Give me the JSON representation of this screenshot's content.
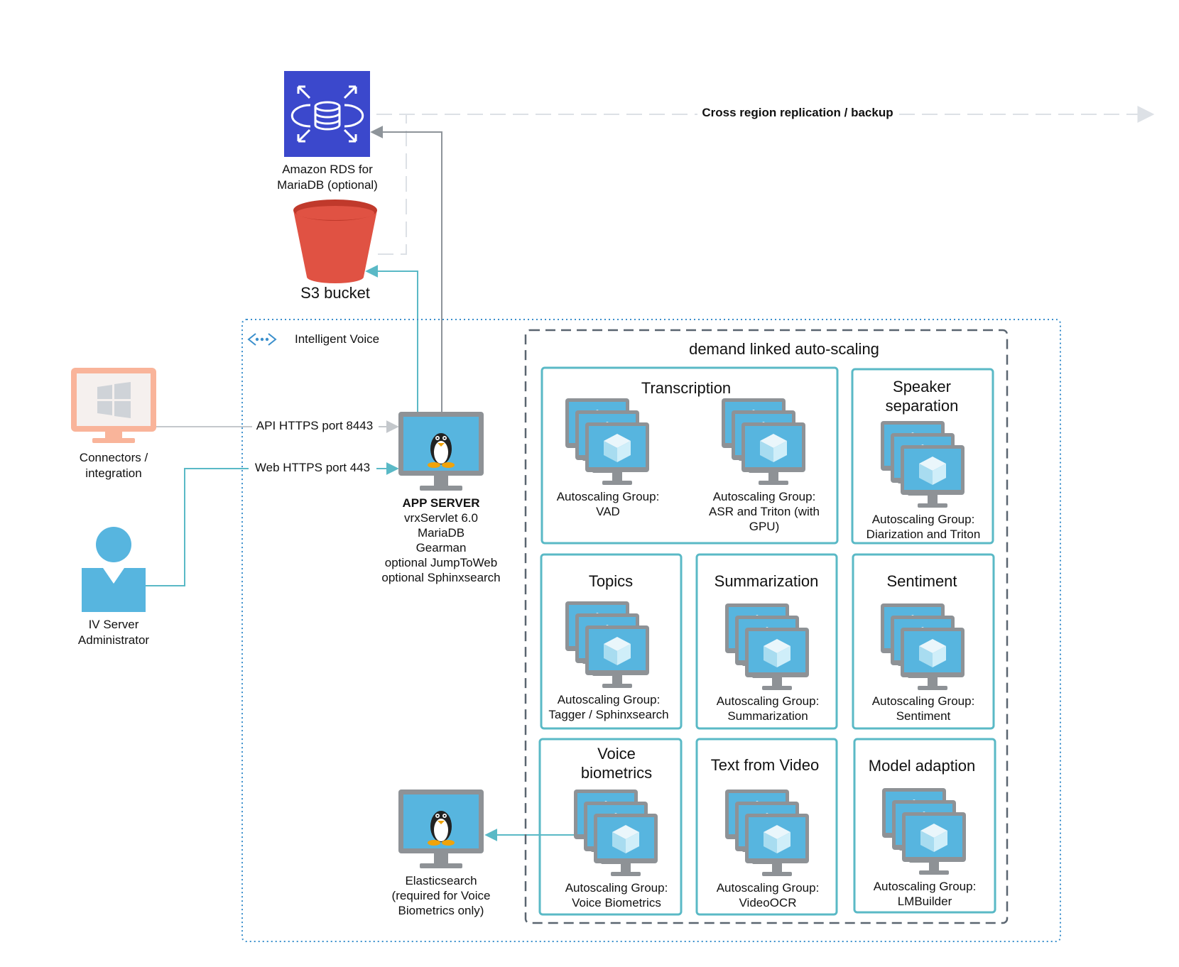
{
  "colors": {
    "teal": "#5ab9c6",
    "gray_line": "#c4c8cc",
    "dark_dash": "#5a6570",
    "dotted_blue": "#3a8fcc",
    "rds_blue": "#3b48cc",
    "s3_red": "#e05243",
    "monitor_blue": "#57b5df",
    "monitor_frame": "#8e9296",
    "connector_pink": "#f9b49a",
    "person_blue": "#57b5df"
  },
  "rds": {
    "icon": "database-icon",
    "label_lines": [
      "Amazon RDS for",
      "MariaDB (optional)"
    ]
  },
  "s3": {
    "icon": "bucket-icon",
    "label": "S3 bucket"
  },
  "replication_label": "Cross region replication / backup",
  "region": {
    "icon": "vpc-icon",
    "label": "Intelligent Voice"
  },
  "scaling_title": "demand linked auto-scaling",
  "connectors": {
    "icon": "windows-monitor-icon",
    "label_lines": [
      "Connectors /",
      "integration"
    ]
  },
  "admin": {
    "icon": "person-icon",
    "label_lines": [
      "IV Server",
      "Administrator"
    ]
  },
  "links": {
    "api": "API HTTPS port 8443",
    "web": "Web  HTTPS port 443"
  },
  "app_server": {
    "icon": "linux-monitor-icon",
    "title": "APP SERVER",
    "lines": [
      "vrxServlet 6.0",
      "MariaDB",
      "Gearman",
      "optional JumpToWeb",
      "optional Sphinxsearch"
    ]
  },
  "elasticsearch": {
    "icon": "linux-monitor-icon",
    "label_lines": [
      "Elasticsearch",
      "(required for Voice",
      "Biometrics only)"
    ]
  },
  "groups": [
    {
      "title_lines": [
        "Transcription"
      ],
      "items": [
        {
          "label_lines": [
            "Autoscaling Group:",
            "VAD"
          ]
        },
        {
          "label_lines": [
            "Autoscaling Group:",
            "ASR and Triton (with",
            "GPU)"
          ]
        }
      ]
    },
    {
      "title_lines": [
        "Speaker",
        "separation"
      ],
      "items": [
        {
          "label_lines": [
            "Autoscaling Group:",
            "Diarization and Triton"
          ]
        }
      ]
    },
    {
      "title_lines": [
        "Topics"
      ],
      "items": [
        {
          "label_lines": [
            "Autoscaling Group:",
            "Tagger / Sphinxsearch"
          ]
        }
      ]
    },
    {
      "title_lines": [
        "Summarization"
      ],
      "items": [
        {
          "label_lines": [
            "Autoscaling Group:",
            "Summarization"
          ]
        }
      ]
    },
    {
      "title_lines": [
        "Sentiment"
      ],
      "items": [
        {
          "label_lines": [
            "Autoscaling Group:",
            "Sentiment"
          ]
        }
      ]
    },
    {
      "title_lines": [
        "Voice",
        "biometrics"
      ],
      "items": [
        {
          "label_lines": [
            "Autoscaling Group:",
            "Voice Biometrics"
          ]
        }
      ]
    },
    {
      "title_lines": [
        "Text from Video"
      ],
      "items": [
        {
          "label_lines": [
            "Autoscaling Group:",
            "VideoOCR"
          ]
        }
      ]
    },
    {
      "title_lines": [
        "Model adaption"
      ],
      "items": [
        {
          "label_lines": [
            "Autoscaling Group:",
            "LMBuilder"
          ]
        }
      ]
    }
  ]
}
